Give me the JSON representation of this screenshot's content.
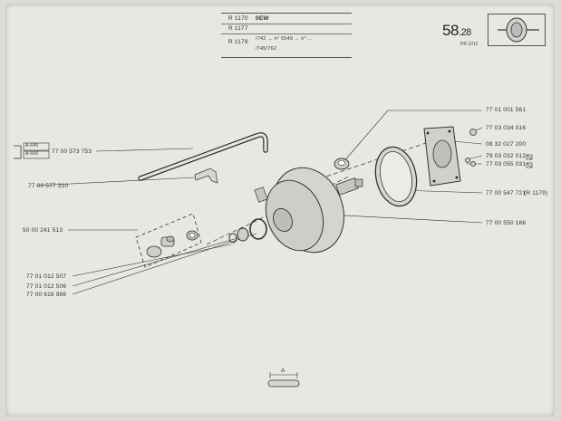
{
  "header": {
    "rows": [
      {
        "model": "R 1170",
        "code": "0EW"
      },
      {
        "model": "R 1177",
        "code": ""
      },
      {
        "model": "R 1179",
        "code": "/742 → n° 5549 → n° ..."
      },
      {
        "model": "",
        "code": "/745/762"
      }
    ],
    "page_number": "58",
    "page_decimal": ".28",
    "page_sub": "PR 1012"
  },
  "parts": [
    {
      "ref": "77 01 001 561"
    },
    {
      "ref": "77 03 034 016"
    },
    {
      "ref": "08 32 027 200"
    },
    {
      "ref": "79 03 032 012"
    },
    {
      "ref": "77 03 055 031"
    },
    {
      "ref": "77 00 547 721",
      "note": "(R 1179)"
    },
    {
      "ref": "77 00 550 186"
    },
    {
      "ref": "77 00 573 753",
      "variant_a": "A-640",
      "variant_b": "A-500"
    },
    {
      "ref": "77 00 577 310"
    },
    {
      "ref": "50 00 241 513"
    },
    {
      "ref": "77 01 012 507"
    },
    {
      "ref": "77 01 012 506"
    },
    {
      "ref": "77 00 616 986"
    }
  ],
  "footer": {
    "dimension_label": "A"
  }
}
